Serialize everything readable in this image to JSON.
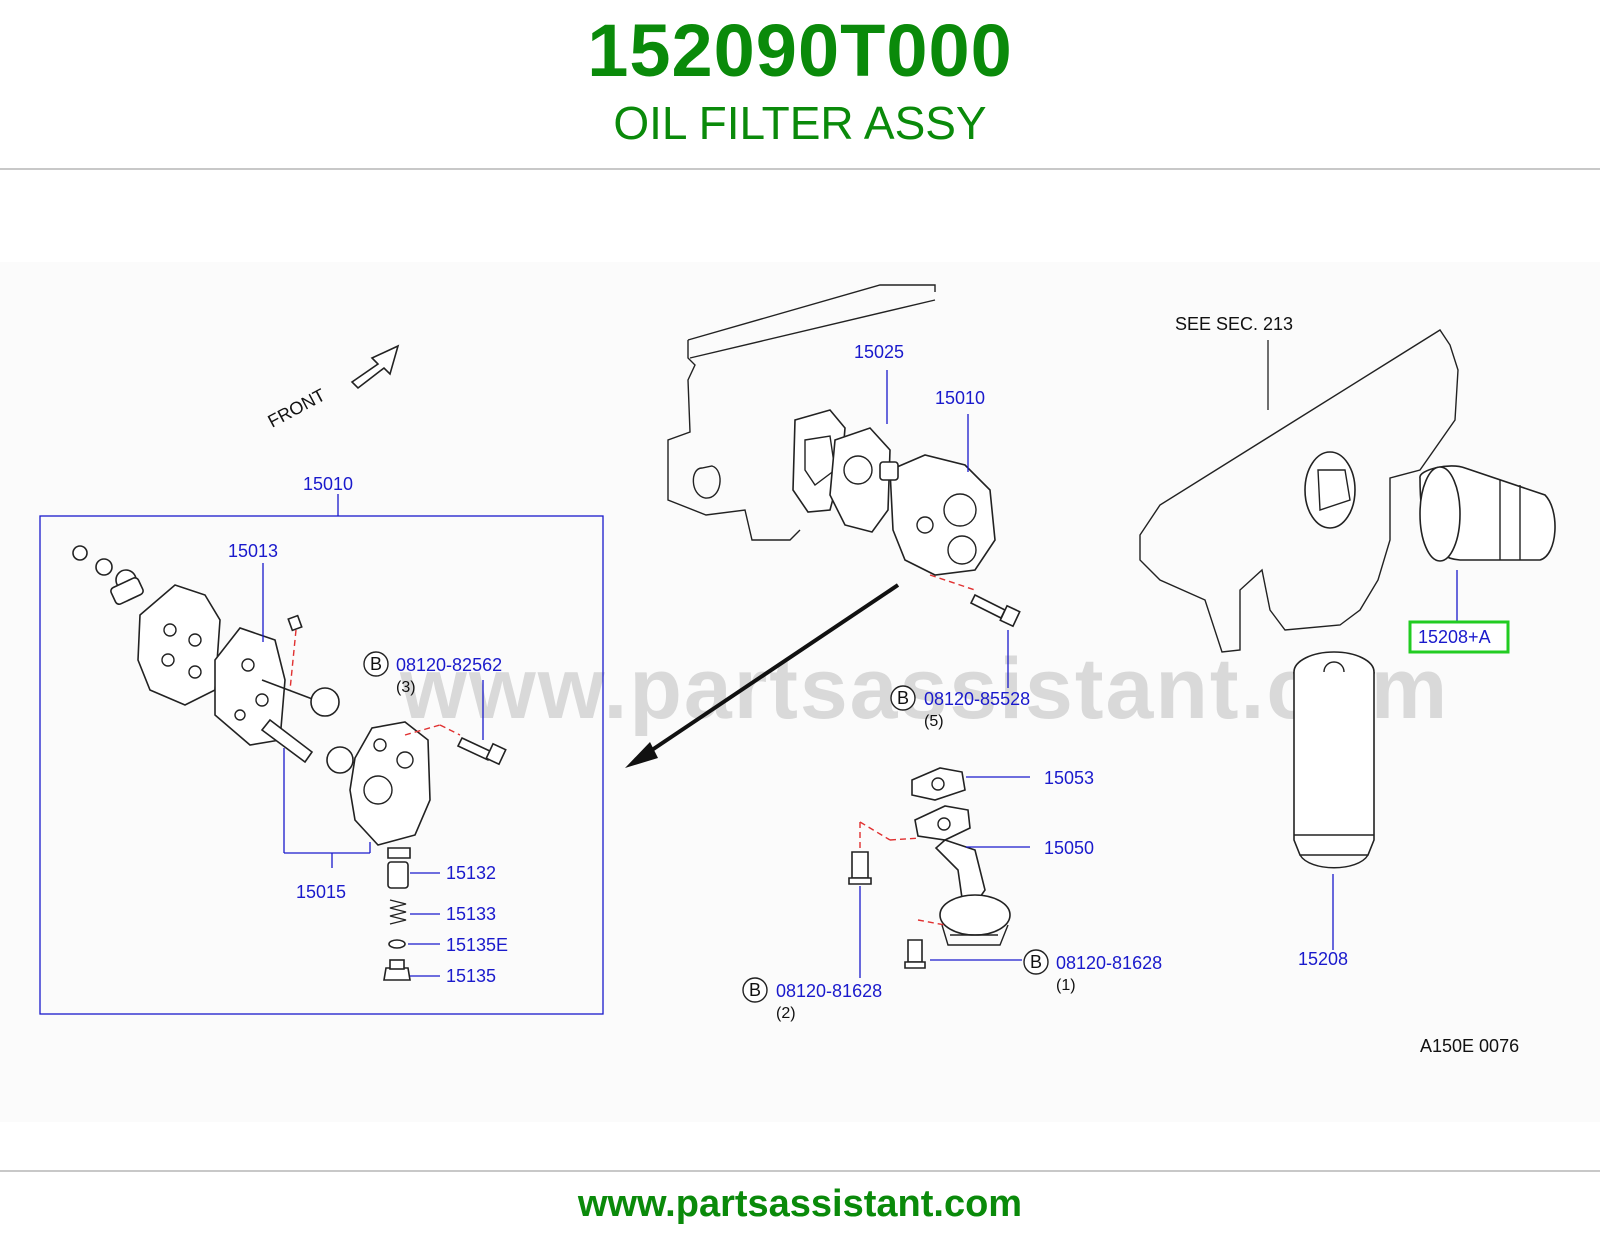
{
  "header": {
    "part_number": "152090T000",
    "part_name": "OIL FILTER ASSY"
  },
  "diagram": {
    "watermark": "www.partsassistant.com",
    "front_label": "FRONT",
    "see_section": "SEE   SEC.   213",
    "diagram_code": "A150E   0076",
    "bolt_marker": "B",
    "callouts": {
      "c15010_inset": "15010",
      "c15013": "15013",
      "c08120_82562": "08120-82562",
      "q3": "(3)",
      "c15015": "15015",
      "c15132": "15132",
      "c15133": "15133",
      "c15135E": "15135E",
      "c15135": "15135",
      "c15025": "15025",
      "c15010": "15010",
      "c08120_85528": "08120-85528",
      "q5": "(5)",
      "c15053": "15053",
      "c15050": "15050",
      "c08120_81628_a": "08120-81628",
      "q1": "(1)",
      "c08120_81628_b": "08120-81628",
      "q2": "(2)",
      "c15208A": "15208+A",
      "c15208": "15208"
    },
    "highlight_color": "#22cc22"
  },
  "footer": {
    "url": "www.partsassistant.com"
  }
}
